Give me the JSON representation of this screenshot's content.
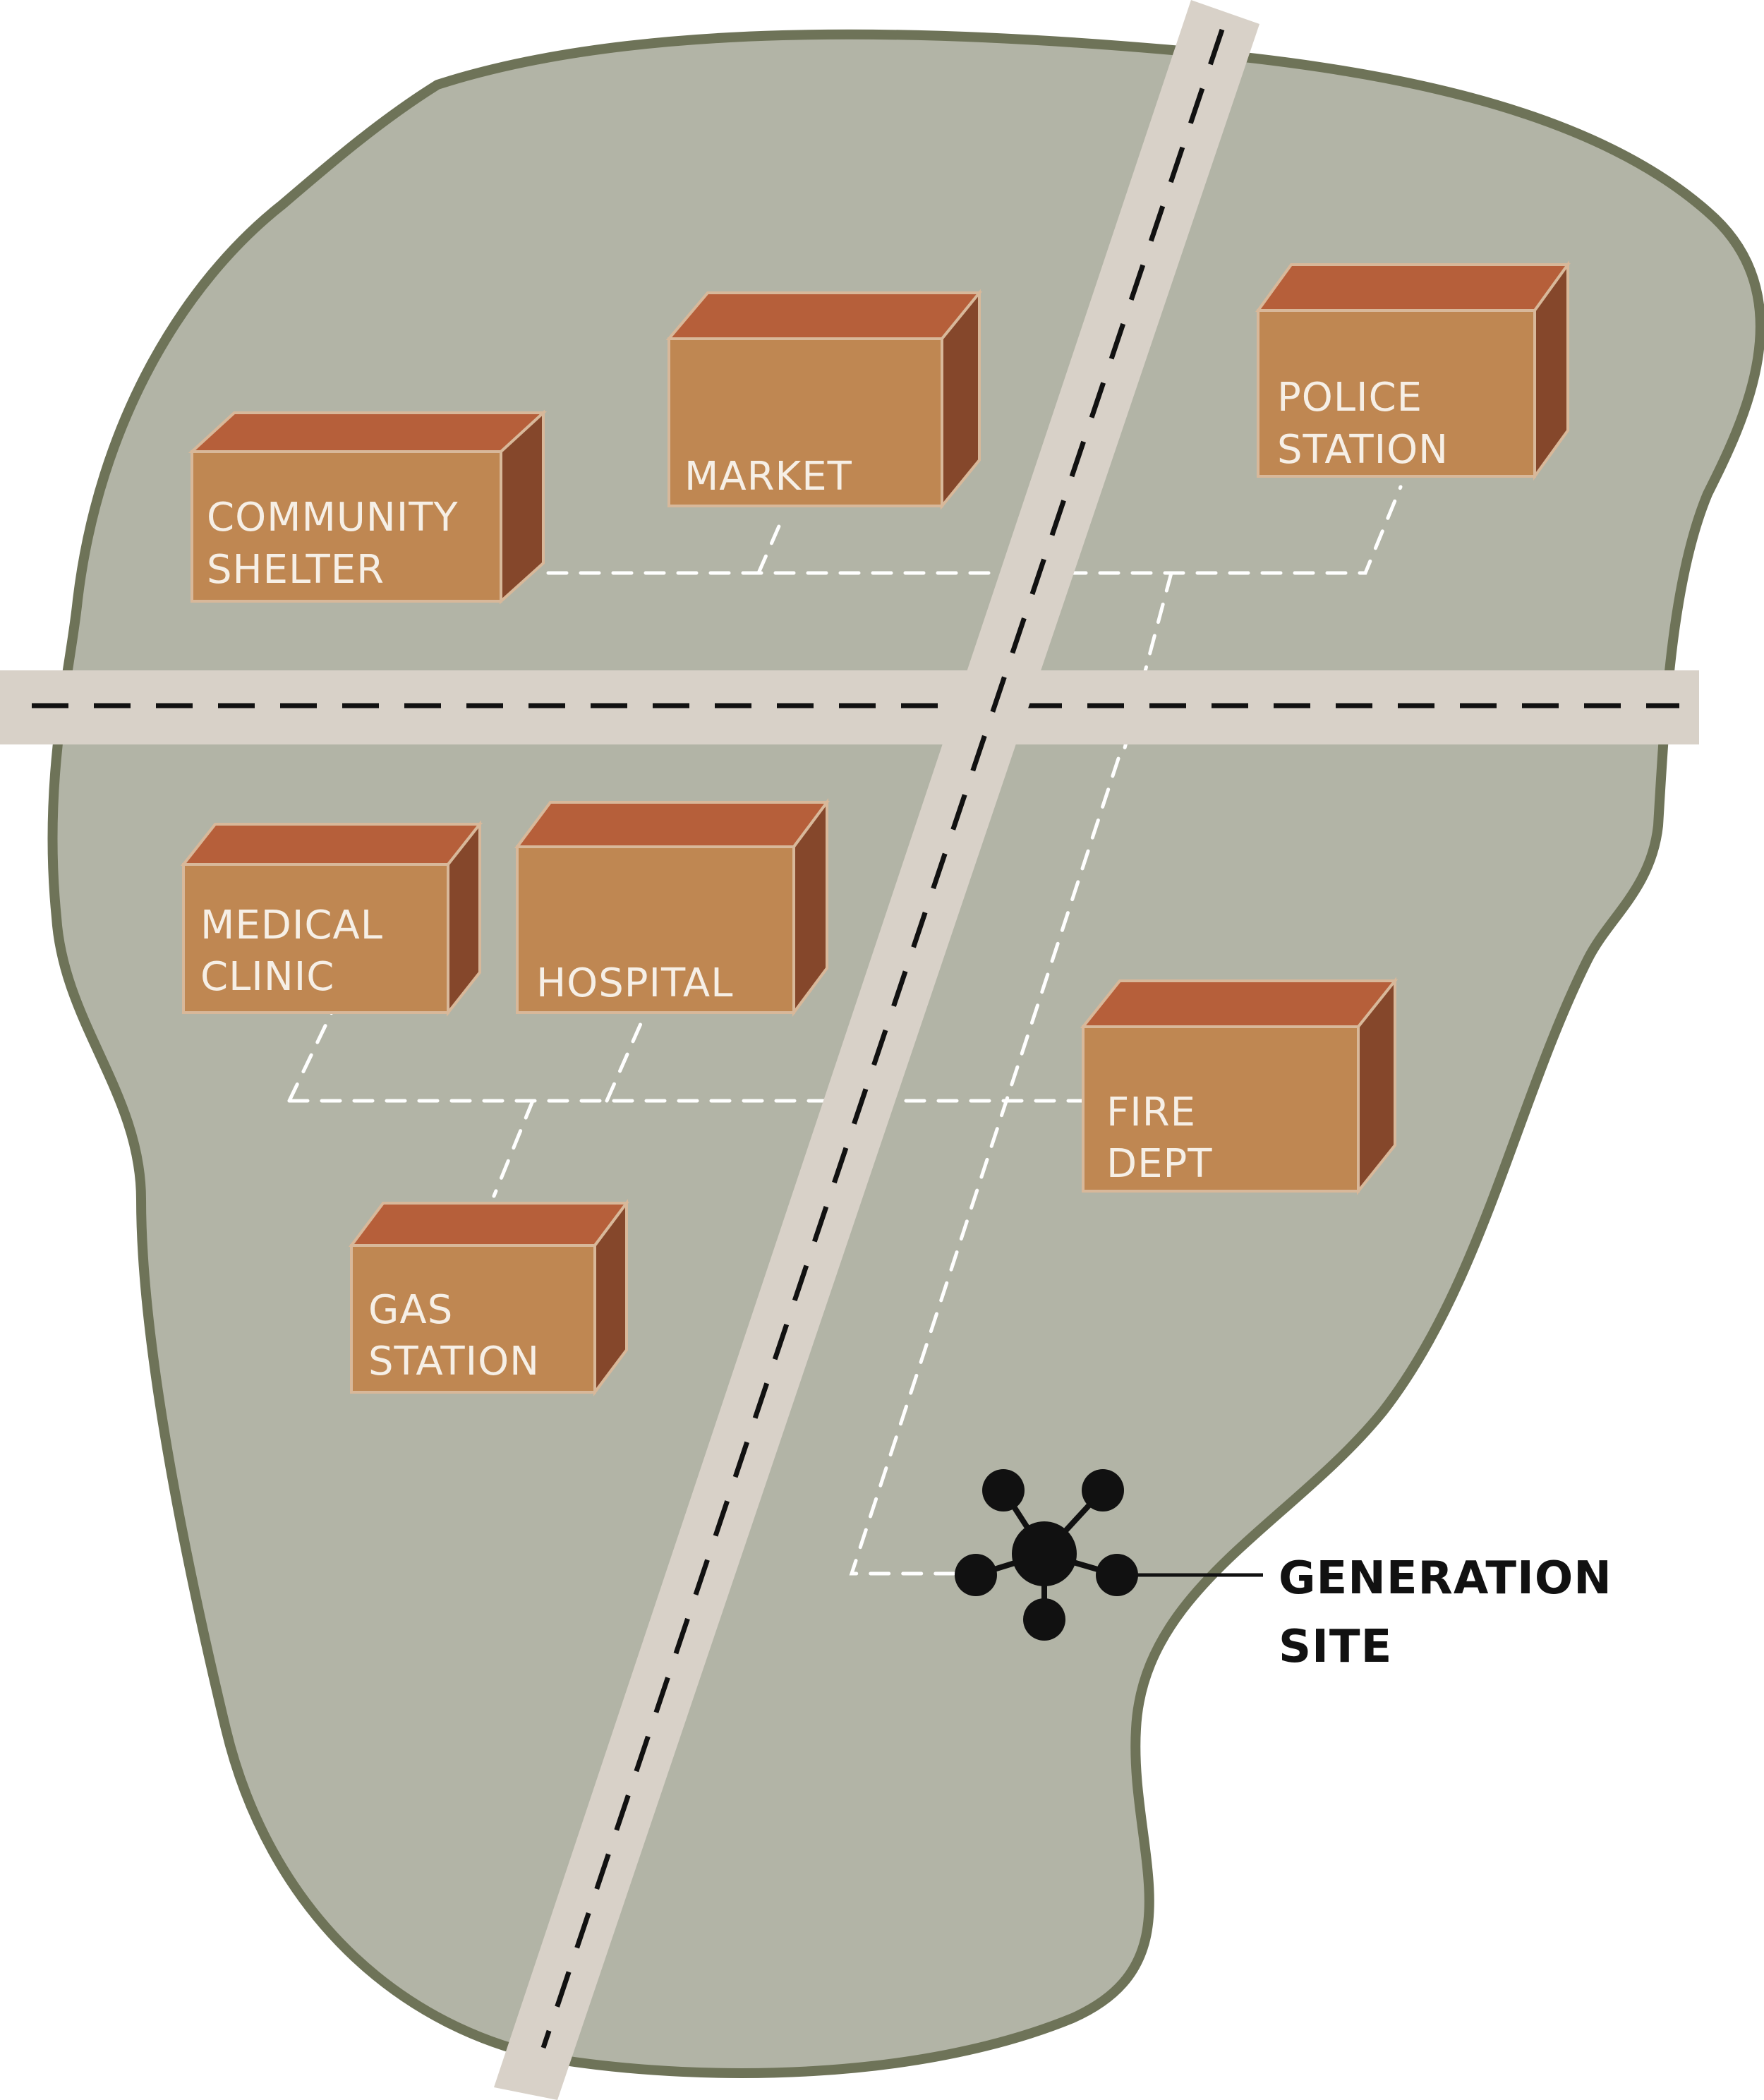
{
  "colors": {
    "land_fill": "#b2b4a6",
    "land_outline": "#6e7358",
    "road_fill": "#d8d1c8",
    "road_dash": "#111111",
    "connector": "#ffffff",
    "building_front": "#bf8752",
    "building_top": "#b65f3a",
    "building_side": "#85472b",
    "building_edge": "#d8b89a",
    "generator": "#111111"
  },
  "buildings": {
    "community_shelter": {
      "line1": "COMMUNITY",
      "line2": "SHELTER"
    },
    "market": {
      "line1": "MARKET"
    },
    "police_station": {
      "line1": "POLICE",
      "line2": "STATION"
    },
    "medical_clinic": {
      "line1": "MEDICAL",
      "line2": "CLINIC"
    },
    "hospital": {
      "line1": "HOSPITAL"
    },
    "fire_dept": {
      "line1": "FIRE",
      "line2": "DEPT"
    },
    "gas_station": {
      "line1": "GAS",
      "line2": "STATION"
    }
  },
  "generation_site": {
    "line1": "GENERATION",
    "line2": "SITE",
    "icon": "network-hub-icon"
  }
}
